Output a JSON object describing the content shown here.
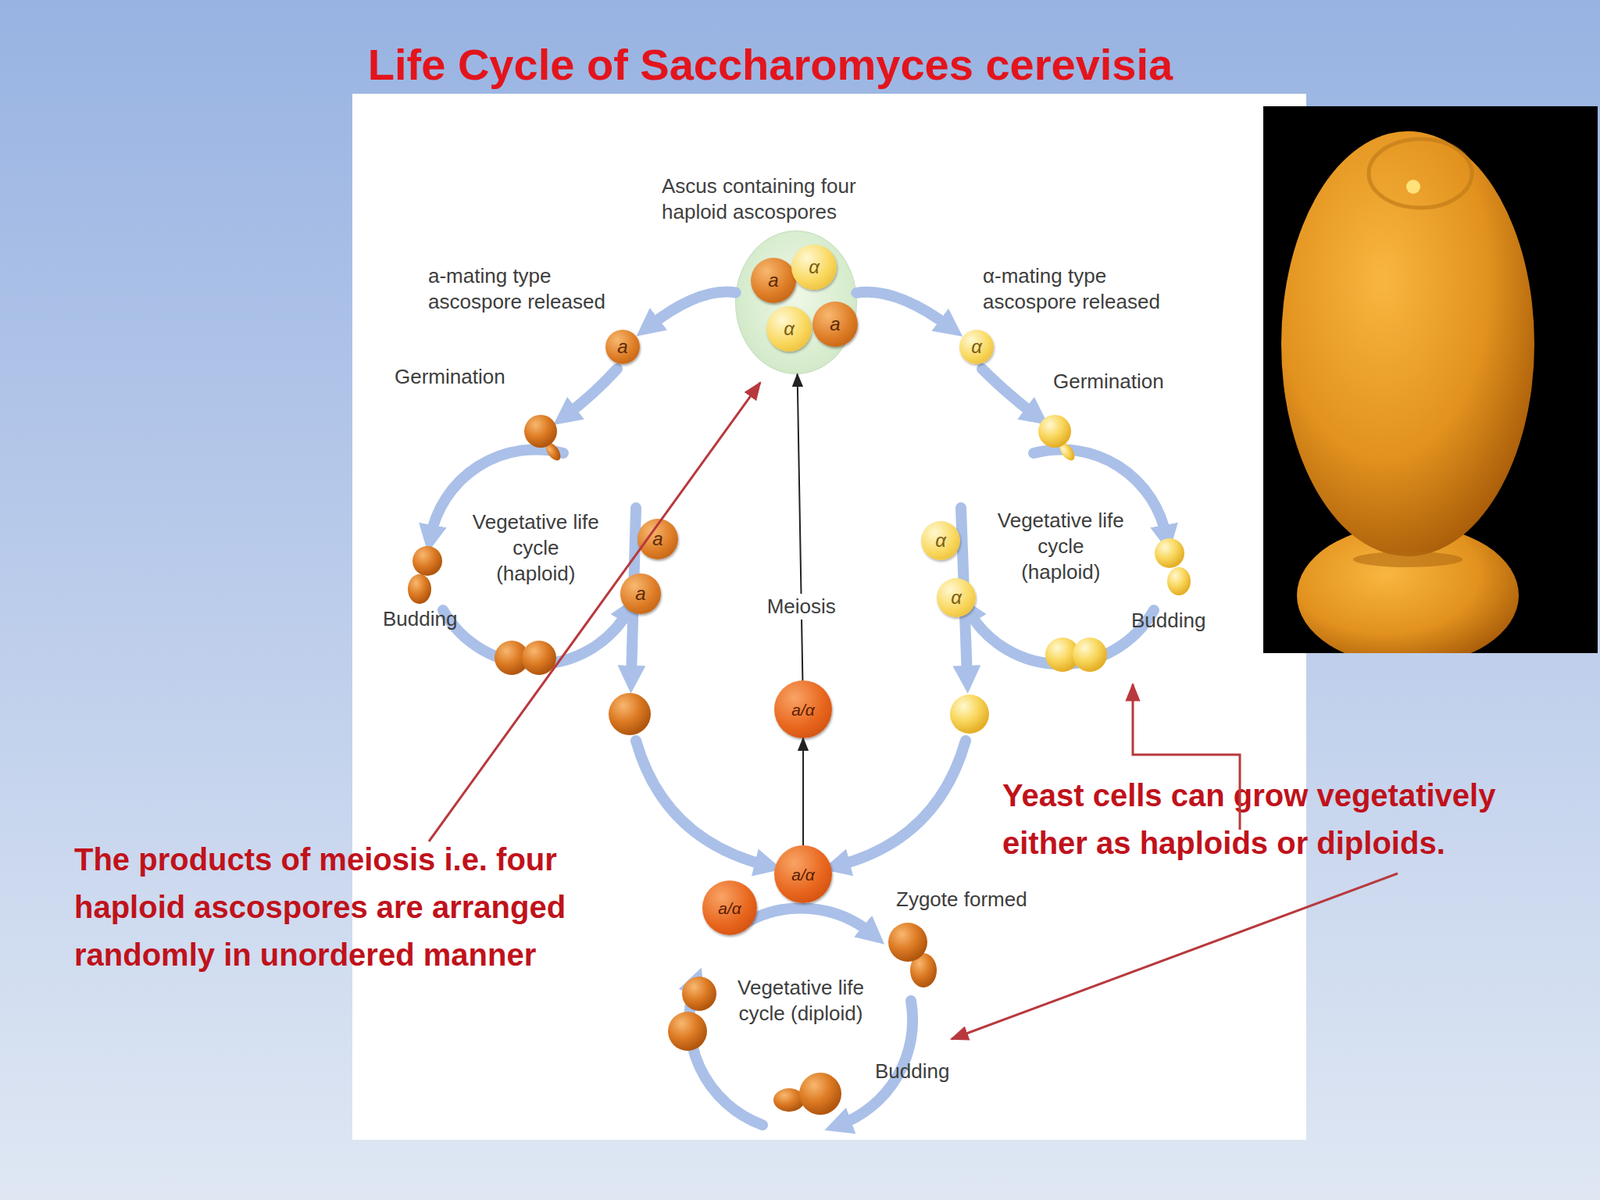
{
  "diagram": {
    "title": "Life Cycle of Saccharomyces cerevisia",
    "nodes": [
      {
        "text": [
          "Ascus containing four haploid ascospores"
        ]
      },
      {
        "text": [
          "a"
        ],
        "in": 0
      },
      {
        "text": [
          "α"
        ],
        "in": 0
      },
      {
        "text": [
          "α"
        ],
        "in": 0
      },
      {
        "text": [
          "a"
        ],
        "in": 0
      },
      {
        "text": [
          "a"
        ]
      },
      {
        "text": [
          "α"
        ]
      },
      {
        "text": [
          "a"
        ]
      },
      {
        "text": [
          "a"
        ]
      },
      {
        "text": [
          "α"
        ]
      },
      {
        "text": [
          "α"
        ]
      },
      {
        "text": [
          "a/α"
        ]
      },
      {
        "text": [
          "a/α"
        ]
      },
      {
        "text": [
          "a/α"
        ]
      }
    ],
    "edges": [
      {
        "from": 0,
        "to": 5,
        "arrow": "to"
      },
      {
        "from": 0,
        "to": 6,
        "arrow": "to"
      },
      {
        "from": 11,
        "to": 0,
        "label": "Meiosis",
        "arrow": "to"
      },
      {
        "from": 12,
        "to": 11,
        "arrow": "to"
      }
    ],
    "labels": [
      "a-mating type ascospore released",
      "α-mating type ascospore released",
      "Germination",
      "Germination",
      "Vegetative life cycle (haploid)",
      "Vegetative life cycle (haploid)",
      "Budding",
      "Budding",
      "Zygote formed",
      "Vegetative life cycle (diploid)",
      "Budding",
      "The products of meiosis i.e. four haploid ascospores are arranged randomly in unordered manner",
      "Yeast cells can grow vegetatively either as haploids or diploids."
    ]
  }
}
